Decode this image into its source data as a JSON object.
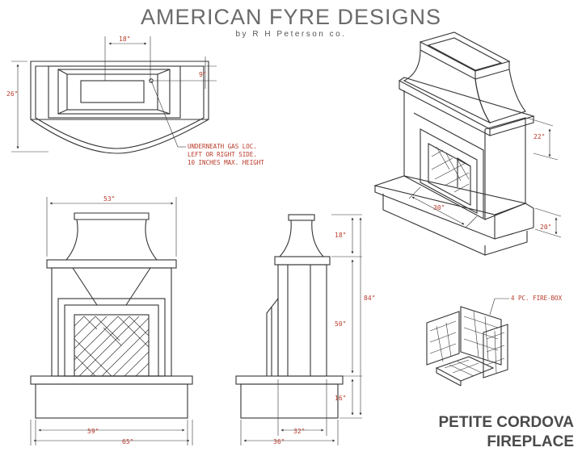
{
  "brand": {
    "title": "AMERICAN FYRE DESIGNS",
    "subtitle": "by R H Peterson co."
  },
  "product": {
    "line1": "PETITE CORDOVA",
    "line2": "FIREPLACE"
  },
  "top_view": {
    "dim_width": "18\"",
    "dim_depth_inner": "9\"",
    "dim_depth": "26\"",
    "note_line1": "UNDERNEATH GAS LOC.",
    "note_line2": "LEFT OR RIGHT SIDE.",
    "note_line3": "10 INCHES MAX. HEIGHT"
  },
  "front_view": {
    "dim_top": "53\"",
    "dim_base_inner": "59\"",
    "dim_base_outer": "65\""
  },
  "side_view": {
    "dim_hood": "18\"",
    "dim_total": "84\"",
    "dim_mid": "50\"",
    "dim_base": "16\"",
    "dim_depth_inner": "32\"",
    "dim_depth_outer": "36\""
  },
  "iso_view": {
    "dim_22": "22\"",
    "dim_30": "30\"",
    "dim_20": "20\""
  },
  "firebox": {
    "label": "4 PC. FIRE-BOX"
  },
  "colors": {
    "line": "#333333",
    "dimension": "#b83a2a",
    "brand": "#6a6a6a"
  }
}
